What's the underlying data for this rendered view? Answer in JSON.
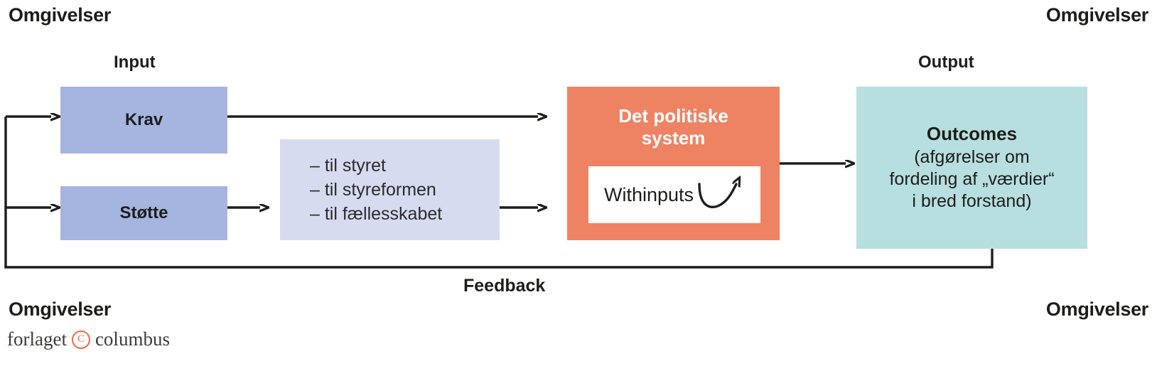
{
  "labels": {
    "top_left": "Omgivelser",
    "top_right": "Omgivelser",
    "bottom_left": "Omgivelser",
    "bottom_right": "Omgivelser",
    "input": "Input",
    "output": "Output",
    "feedback": "Feedback"
  },
  "boxes": {
    "krav": {
      "label": "Krav",
      "color": "#a6b4e0"
    },
    "stotte": {
      "label": "Støtte",
      "color": "#a6b4e0"
    },
    "list": {
      "color": "#d6dbf0",
      "items": [
        "– til styret",
        "– til styreformen",
        "– til fællesskabet"
      ]
    },
    "system": {
      "title_line1": "Det politiske",
      "title_line2": "system",
      "color": "#ee8364",
      "withinputs_label": "Withinputs"
    },
    "outcome": {
      "title": "Outcomes",
      "sub_line1": "(afgørelser om",
      "sub_line2": "fordeling af „værdier“",
      "sub_line3": "i bred forstand)",
      "color": "#b7dfdf"
    }
  },
  "logo": {
    "word1": "forlaget",
    "mark": "C",
    "word2": "columbus",
    "mark_color": "#ee6a4b"
  },
  "colors": {
    "line": "#1d1d1b",
    "text": "#1d1d1b",
    "background": "#ffffff"
  }
}
